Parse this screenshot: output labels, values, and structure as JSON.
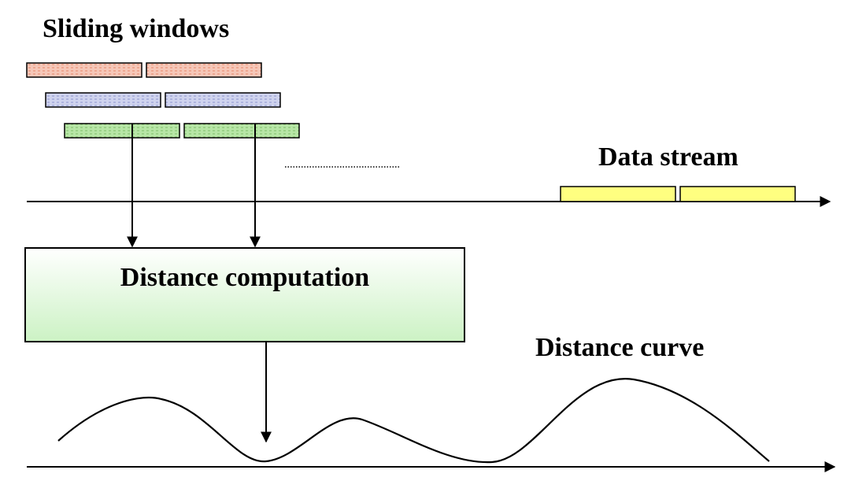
{
  "labels": {
    "sliding_windows": "Sliding windows",
    "data_stream": "Data stream",
    "distance_computation": "Distance computation",
    "distance_curve": "Distance curve"
  },
  "colors": {
    "window_red_fill": "#f6c7b8",
    "window_red_stroke": "#e58a6c",
    "window_blue_fill": "#cfd3ee",
    "window_blue_stroke": "#8e96cf",
    "window_green_fill": "#b7e6a6",
    "window_green_stroke": "#7fbf6b",
    "data_block_fill": "#ffff80",
    "box_gradient_top": "#ffffff",
    "box_gradient_bottom": "#ccf2c4",
    "line": "#000000"
  }
}
